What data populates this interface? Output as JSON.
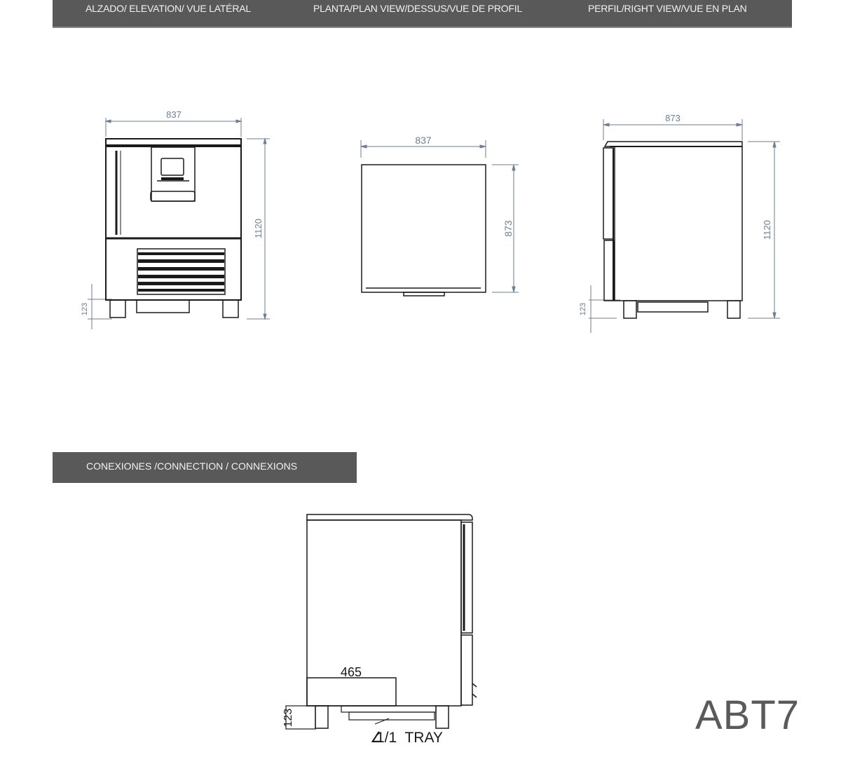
{
  "header": {
    "views": [
      {
        "label": "ALZADO/ ELEVATION/ VUE LATÉRAL"
      },
      {
        "label": "PLANTA/PLAN VIEW/DESSUS/VUE DE PROFIL"
      },
      {
        "label": "PERFIL/RIGHT VIEW/VUE EN PLAN"
      }
    ]
  },
  "elevation": {
    "width_dim": "837",
    "height_dim": "1120",
    "leg_dim": "123"
  },
  "plan": {
    "width_dim": "837",
    "depth_dim": "873"
  },
  "profile": {
    "depth_dim": "873",
    "height_dim": "1120",
    "leg_dim": "123"
  },
  "connections": {
    "title": "CONEXIONES /CONNECTION / CONNEXIONS",
    "drain_dim": "465",
    "leg_dim": "123",
    "tray_label": "1/1  TRAY"
  },
  "colors": {
    "bar": "#595959",
    "bar_text": "#f2f2f2",
    "dim_line": "#6e7f8f",
    "line": "#1a1a1a",
    "model_text": "#5a5a5a"
  },
  "model": "ABT7"
}
